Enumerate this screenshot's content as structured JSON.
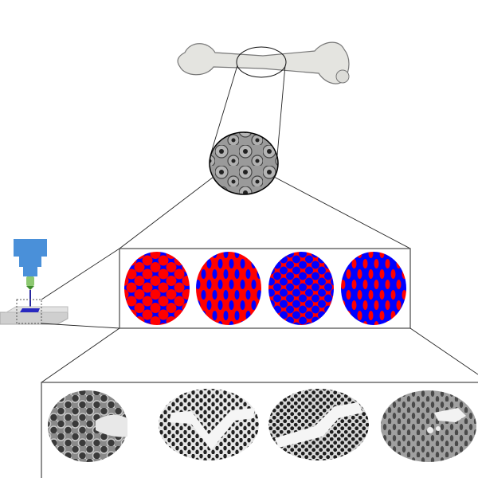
{
  "figure": {
    "panels": [
      "bone",
      "osteon-microstructure",
      "printed-patterns",
      "fracture-micrographs"
    ],
    "colors": {
      "red": "#ff0000",
      "blue": "#0000ff",
      "nozzle": "#4a90d9",
      "needle": "#8cc870",
      "plate": "#cfcfcf",
      "outline": "#333333"
    },
    "pattern_count": 4,
    "micrograph_count": 4
  }
}
